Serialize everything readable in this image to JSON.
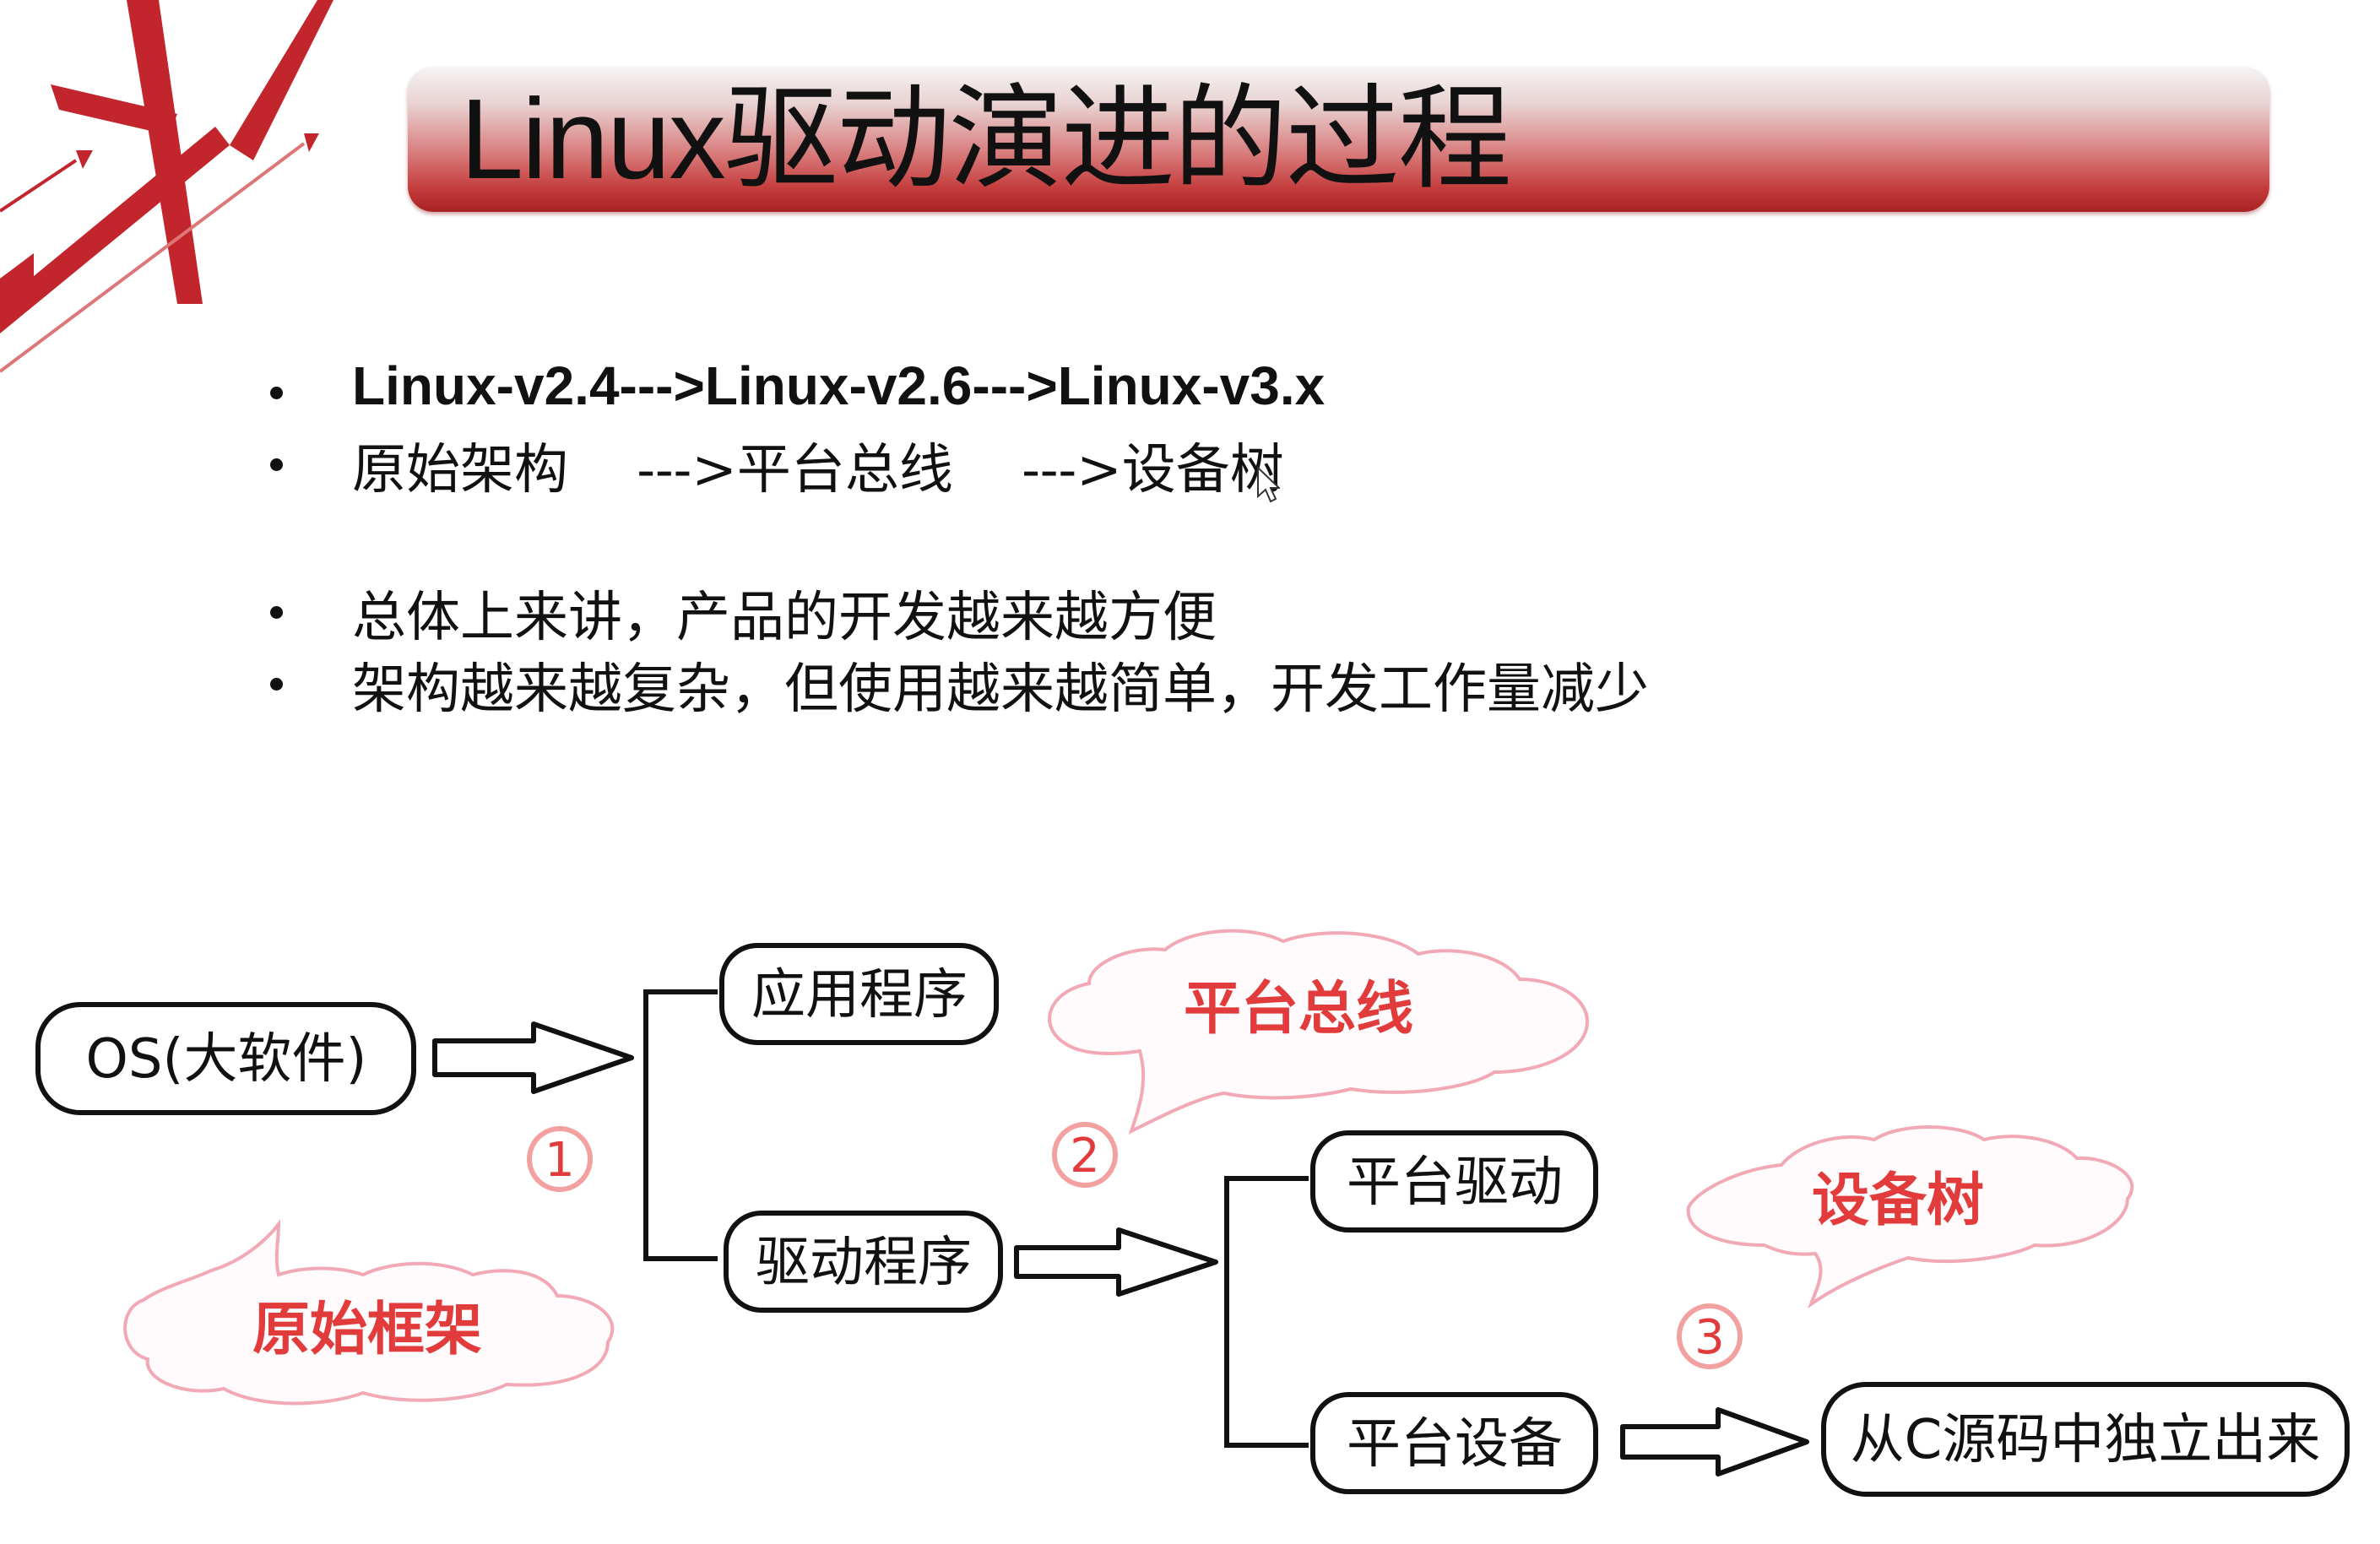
{
  "slide": {
    "title": "Linux驱动演进的过程",
    "bullets": [
      {
        "text": "Linux-v2.4--->Linux-v2.6--->Linux-v3.x"
      },
      {
        "text": "原始架构    --->平台总线    --->设备树"
      },
      {
        "text": "总体上来讲，产品的开发越来越方便"
      },
      {
        "text": "架构越来越复杂，但使用越来越简单，开发工作量减少"
      }
    ]
  },
  "diagram": {
    "nodes": {
      "os": "OS(大软件)",
      "app": "应用程序",
      "driver": "驱动程序",
      "platform_driver": "平台驱动",
      "platform_device": "平台设备",
      "from_c": "从C源码中独立出来"
    },
    "clouds": {
      "original_framework": "原始框架",
      "platform_bus": "平台总线",
      "device_tree": "设备树"
    },
    "steps": [
      "1",
      "2",
      "3"
    ]
  },
  "colors": {
    "title_bar_dark": "#a72222",
    "logo_red": "#c2252b",
    "accent_red": "#e23b3b",
    "cloud_outline": "#f2a9b6"
  }
}
